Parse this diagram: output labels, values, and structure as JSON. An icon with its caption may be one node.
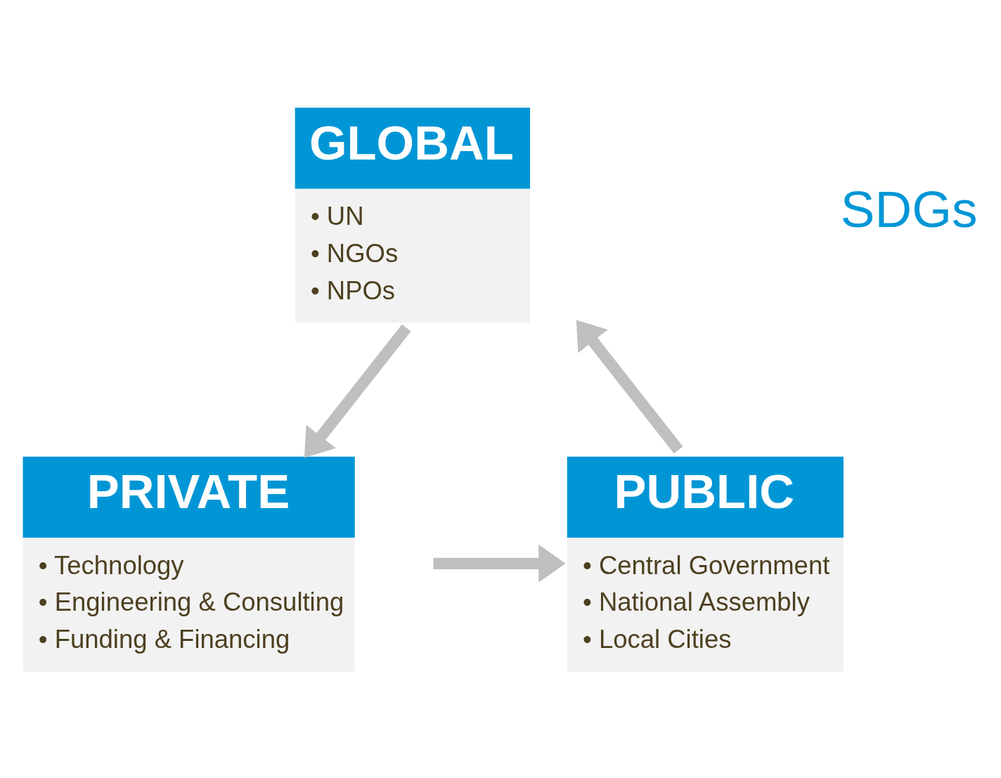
{
  "diagram": {
    "nodes": [
      {
        "text": [
          "GLOBAL",
          "• UN",
          "• NGOs",
          "• NPOs"
        ]
      },
      {
        "text": [
          "PRIVATE",
          "• Technology",
          "• Engineering & Consulting",
          "• Funding & Financing"
        ]
      },
      {
        "text": [
          "PUBLIC",
          "• Central Government",
          "• National Assembly",
          "• Local Cities"
        ]
      }
    ],
    "edges": [
      {
        "from": 0,
        "to": 1,
        "arrow": "to"
      },
      {
        "from": 1,
        "to": 2,
        "arrow": "to"
      },
      {
        "from": 2,
        "to": 0,
        "arrow": "to"
      }
    ],
    "labels": [
      "SDGs"
    ]
  }
}
